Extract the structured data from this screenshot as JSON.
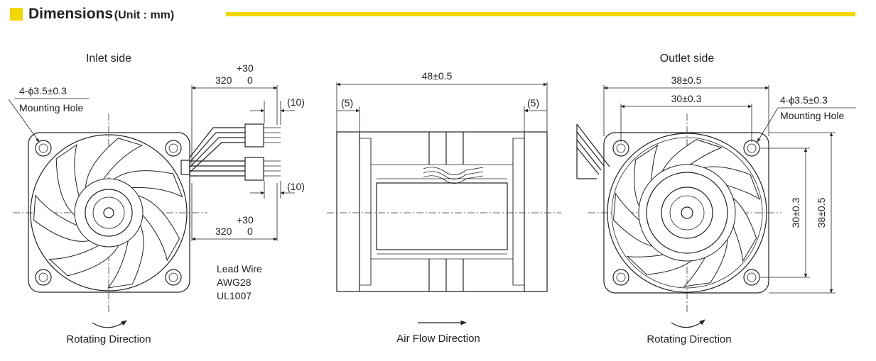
{
  "header": {
    "title": "Dimensions",
    "unit": "(Unit : mm)",
    "accent_color": "#f2d600"
  },
  "inlet": {
    "title": "Inlet side",
    "hole_spec": "4-ϕ3.5±0.3",
    "hole_label": "Mounting Hole",
    "rotating_label": "Rotating Direction"
  },
  "wires": {
    "tol_upper": "+30",
    "length_upper": "320",
    "zero_upper": "0",
    "tol_lower": "+30",
    "length_lower": "320",
    "zero_lower": "0",
    "strip_upper": "(10)",
    "strip_lower": "(10)",
    "lead_line1": "Lead Wire",
    "lead_line2": "AWG28",
    "lead_line3": "UL1007"
  },
  "side": {
    "width_dim": "48±0.5",
    "left_offset": "(5)",
    "right_offset": "(5)",
    "airflow_label": "Air Flow Direction"
  },
  "outlet": {
    "title": "Outlet side",
    "outer_dim": "38±0.5",
    "pitch_dim": "30±0.3",
    "hole_spec": "4-ϕ3.5±0.3",
    "hole_label": "Mounting Hole",
    "v_pitch_dim": "30±0.3",
    "v_outer_dim": "38±0.5",
    "rotating_label": "Rotating Direction"
  }
}
